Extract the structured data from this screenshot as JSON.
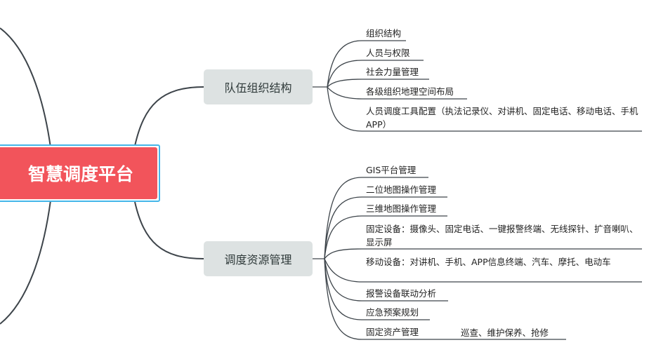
{
  "root": {
    "label": "智慧调度平台"
  },
  "branches": [
    {
      "label": "队伍组织结构",
      "leaves": [
        "组织结构",
        "人员与权限",
        "社会力量管理",
        "各级组织地理空间布局",
        "人员调度工具配置（执法记录仪、对讲机、固定电话、移动电话、手机APP）"
      ]
    },
    {
      "label": "调度资源管理",
      "leaves": [
        "GIS平台管理",
        "二位地图操作管理",
        "三维地图操作管理",
        "固定设备：摄像头、固定电话、一键报警终端、无线探针、扩音喇叭、显示屏",
        "移动设备：对讲机、手机、APP信息终端、汽车、摩托、电动车",
        "报警设备联动分析",
        "应急预案规划",
        "固定资产管理"
      ],
      "extra": "巡查、维护保养、抢修"
    }
  ],
  "colors": {
    "root_fill": "#f2545b",
    "root_border": "#45b6e8",
    "branch_fill": "#dde2e2",
    "line": "#3d444a"
  }
}
